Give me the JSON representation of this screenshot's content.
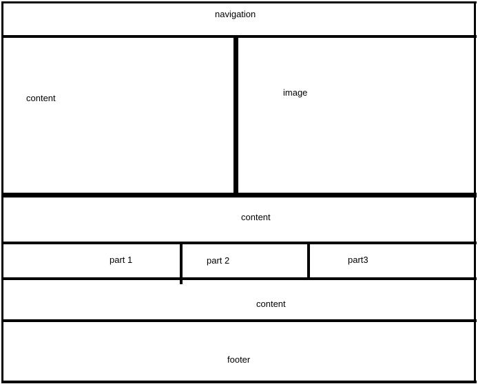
{
  "diagram": {
    "line_color": "#000000",
    "background_color": "#ffffff",
    "sections": {
      "navigation": "navigation",
      "content_left": "content",
      "image": "image",
      "content_middle": "content",
      "part1": "part 1",
      "part2": "part 2",
      "part3": "part3",
      "content_lower": "content",
      "footer": "footer"
    }
  }
}
